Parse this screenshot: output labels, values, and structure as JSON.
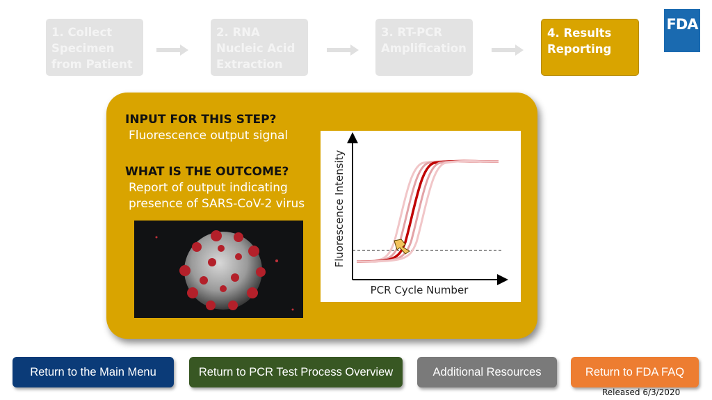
{
  "steps": [
    {
      "label": "1. Collect Specimen from Patient",
      "active": false
    },
    {
      "label": "2. RNA Nucleic Acid Extraction",
      "active": false
    },
    {
      "label": "3. RT-PCR Amplification",
      "active": false
    },
    {
      "label": "4. Results Reporting",
      "active": true
    }
  ],
  "logo": {
    "text": "FDA"
  },
  "panel": {
    "input_heading": "INPUT FOR THIS STEP?",
    "input_text": "Fluorescence output signal",
    "outcome_heading": "WHAT IS THE OUTCOME?",
    "outcome_text_line1": "Report of output indicating",
    "outcome_text_line2": "presence of SARS-CoV-2 virus"
  },
  "graph": {
    "ylabel": "Fluorescence Intensity",
    "xlabel": "PCR Cycle Number"
  },
  "buttons": {
    "main_menu": "Return to the Main Menu",
    "pcr_overview": "Return to PCR Test Process Overview",
    "resources": "Additional Resources",
    "faq": "Return to FDA FAQ"
  },
  "colors": {
    "active_step": "#d9a400",
    "inactive_step": "#e3e3e3",
    "panel": "#d9a400",
    "btn_main_menu": "#0b3b78",
    "btn_pcr_overview": "#385723",
    "btn_resources": "#7a7a7a",
    "btn_faq": "#ed7d31",
    "curve": "#c00000"
  },
  "footer": {
    "released": "Released 6/3/2020"
  }
}
